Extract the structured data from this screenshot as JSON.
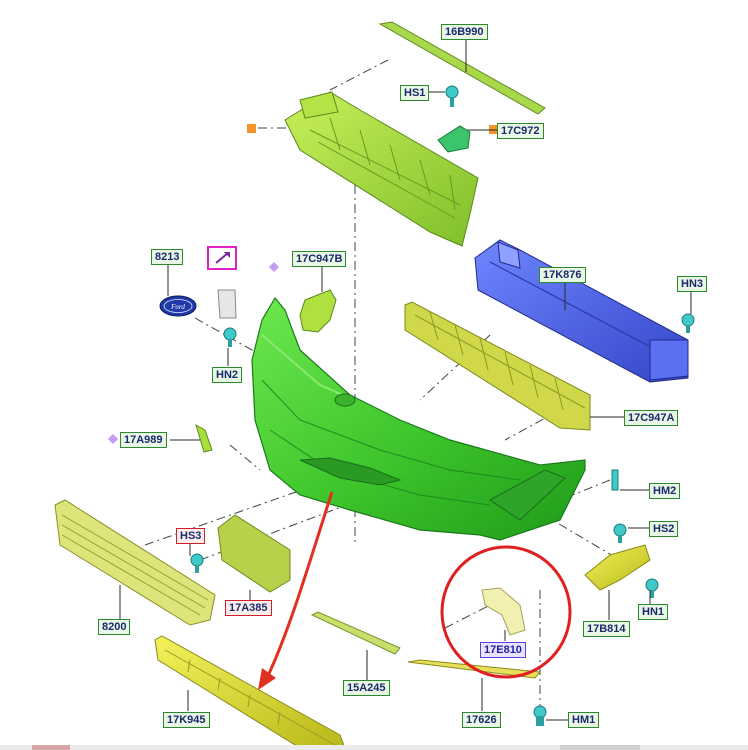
{
  "diagram": {
    "labels": {
      "p16b990": "16B990",
      "hs1": "HS1",
      "p17c972": "17C972",
      "p8213": "8213",
      "p17c947b": "17C947B",
      "p17k876": "17K876",
      "hn3": "HN3",
      "hn2": "HN2",
      "p17c947a": "17C947A",
      "p17a989": "17A989",
      "hm2": "HM2",
      "hs2": "HS2",
      "hs3": "HS3",
      "p17a385": "17A385",
      "p8200": "8200",
      "p17b814": "17B814",
      "hn1": "HN1",
      "p17e810": "17E810",
      "p15a245": "15A245",
      "p17626": "17626",
      "hm1": "HM1",
      "p17k945": "17K945"
    },
    "colors": {
      "bumper_cover": "#4fd63a",
      "bumper_cover_dark": "#2ea41f",
      "upper_bracket": "#a8e03a",
      "reinforcement": "#4a63e0",
      "absorber": "#c8d63a",
      "grille": "#d6e06a",
      "lower_grille": "#e3e62a",
      "red_circle": "#e02020",
      "red_arrow": "#e03020",
      "fastener": "#3fc9c9"
    },
    "icons": [
      "ford-logo-icon",
      "new-part-arrow-icon",
      "diamond-marker-icon",
      "square-marker-icon"
    ]
  }
}
